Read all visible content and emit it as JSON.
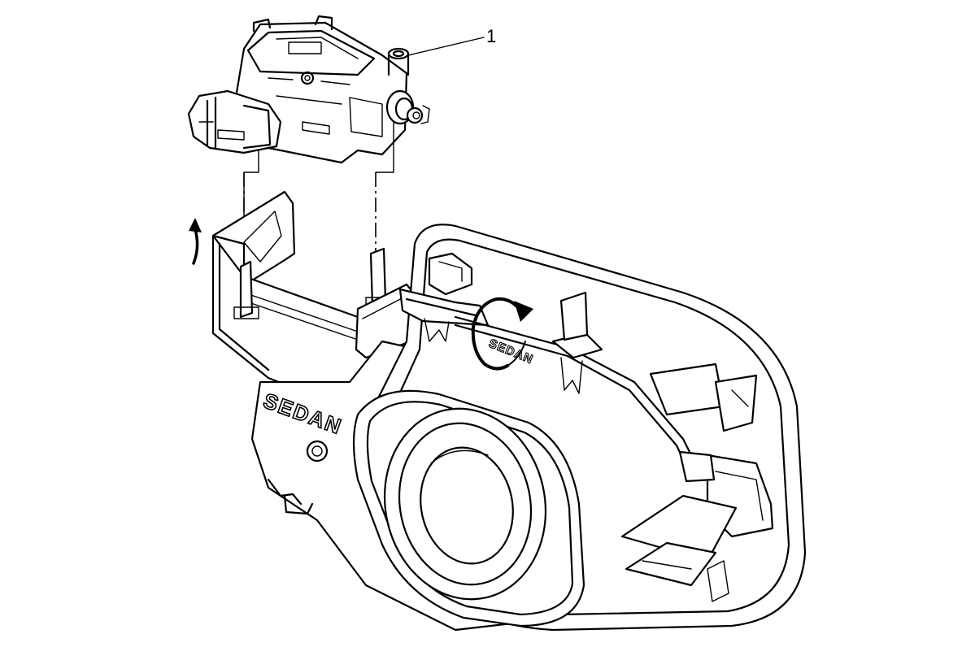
{
  "callouts": [
    {
      "label": "1"
    }
  ],
  "embossed_text": {
    "housing": "SEDAN",
    "door": "SEDAN"
  },
  "icons": [
    "curved-arrow-icon",
    "rotate-arrow-icon"
  ]
}
